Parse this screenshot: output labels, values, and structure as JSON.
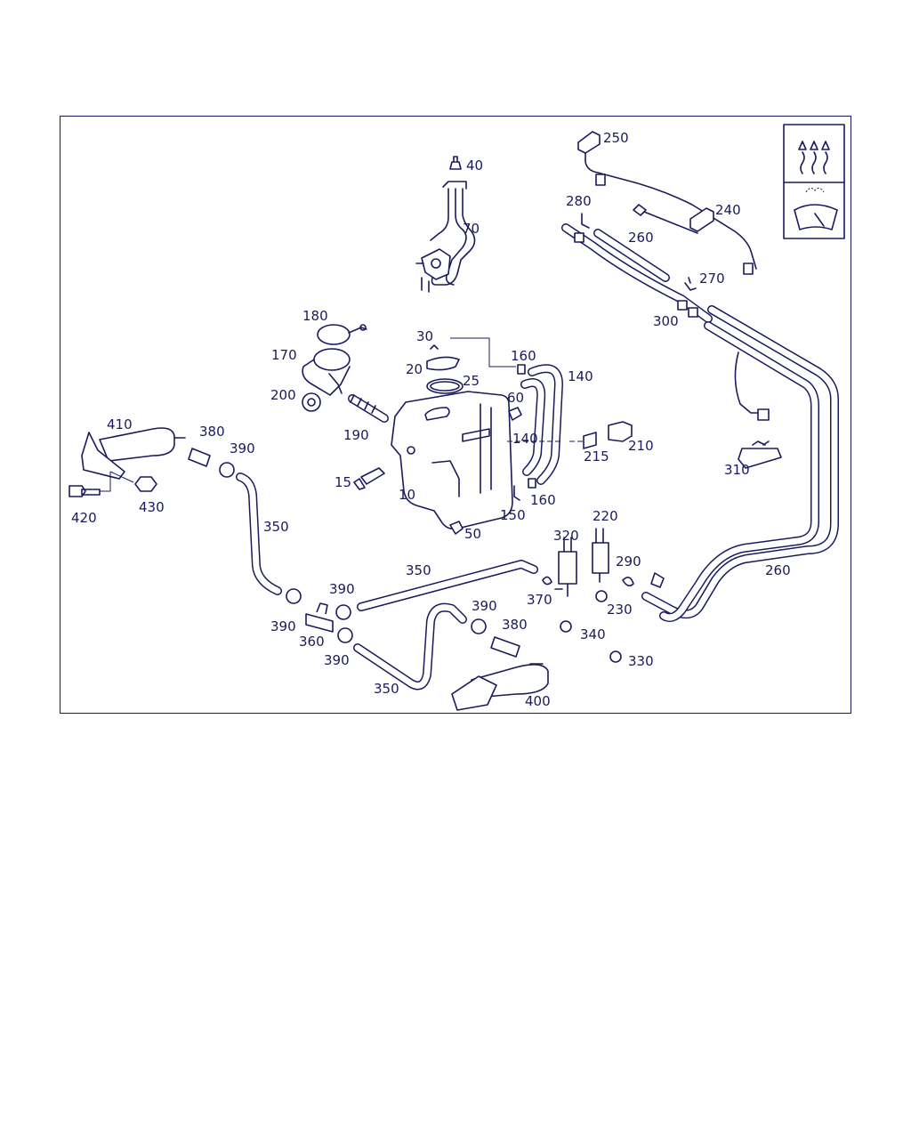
{
  "diagram": {
    "line_color": "#1a1a5e",
    "background": "#ffffff",
    "symbol_box": {
      "icons": [
        "heated-spray-icon",
        "windshield-washer-icon"
      ]
    },
    "labels": {
      "l10": "10",
      "l15": "15",
      "l20": "20",
      "l25": "25",
      "l30": "30",
      "l40": "40",
      "l50": "50",
      "l60": "60",
      "l70": "70",
      "l140a": "140",
      "l140b": "140",
      "l150": "150",
      "l160a": "160",
      "l160b": "160",
      "l170": "170",
      "l180": "180",
      "l190": "190",
      "l200": "200",
      "l210": "210",
      "l215": "215",
      "l220": "220",
      "l230": "230",
      "l240": "240",
      "l250": "250",
      "l260a": "260",
      "l260b": "260",
      "l270": "270",
      "l280": "280",
      "l290": "290",
      "l300": "300",
      "l310": "310",
      "l320": "320",
      "l330": "330",
      "l340": "340",
      "l350a": "350",
      "l350b": "350",
      "l350c": "350",
      "l360": "360",
      "l370": "370",
      "l380a": "380",
      "l380b": "380",
      "l390a": "390",
      "l390b": "390",
      "l390c": "390",
      "l390d": "390",
      "l390e": "390",
      "l400": "400",
      "l410": "410",
      "l420": "420",
      "l430": "430"
    }
  }
}
